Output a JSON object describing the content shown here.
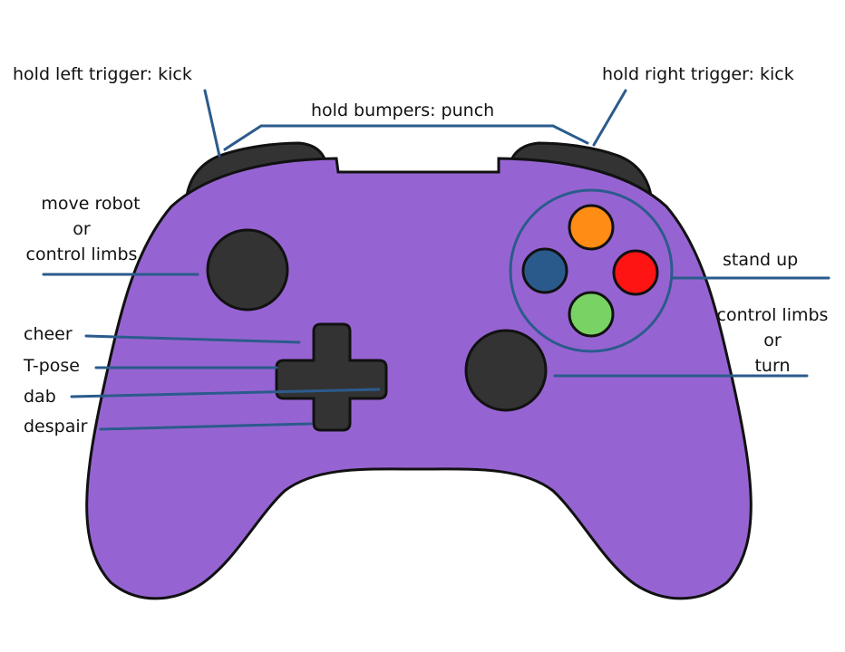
{
  "colors": {
    "body": "#9664d2",
    "outline": "#111111",
    "dark_controls": "#333333",
    "leader_lines": "#2b5b8c",
    "button_top": "#ff8c14",
    "button_left": "#2a5a8c",
    "button_right": "#ff1414",
    "button_bottom": "#78d264"
  },
  "labels": {
    "left_trigger": "hold left trigger: kick",
    "right_trigger": "hold right trigger: kick",
    "bumpers": "hold bumpers: punch",
    "left_stick": [
      "move robot",
      "or",
      "control limbs"
    ],
    "dpad_up": "cheer",
    "dpad_left": "T-pose",
    "dpad_right": "dab",
    "dpad_down": "despair",
    "face_buttons": "stand up",
    "right_stick": [
      "control limbs",
      "or",
      "turn"
    ]
  }
}
